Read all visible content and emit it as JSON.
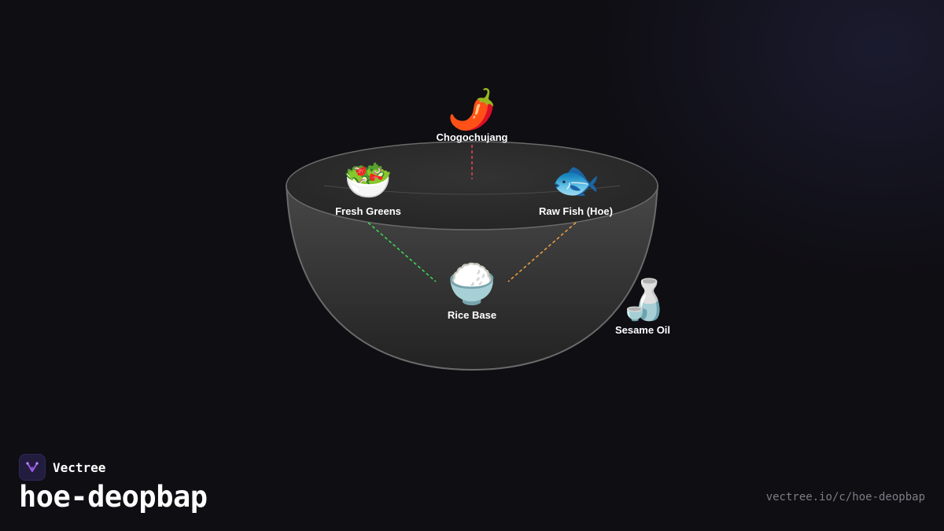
{
  "nodes": [
    {
      "id": "chogochujang",
      "label": "Chogochujang",
      "icon": "🌶️",
      "icon_name": "hot-pepper-icon"
    },
    {
      "id": "fresh-greens",
      "label": "Fresh Greens",
      "icon": "🥗",
      "icon_name": "green-salad-icon"
    },
    {
      "id": "raw-fish",
      "label": "Raw Fish (Hoe)",
      "icon": "🐟",
      "icon_name": "fish-icon"
    },
    {
      "id": "rice-base",
      "label": "Rice Base",
      "icon": "🍚",
      "icon_name": "cooked-rice-icon"
    },
    {
      "id": "sesame-oil",
      "label": "Sesame Oil",
      "icon": "🍶",
      "icon_name": "sake-bottle-icon"
    }
  ],
  "edges": [
    {
      "from": "chogochujang",
      "to": "bowl-center",
      "color": "#e5484d"
    },
    {
      "from": "fresh-greens",
      "to": "rice-base",
      "color": "#3ddc57"
    },
    {
      "from": "raw-fish",
      "to": "rice-base",
      "color": "#f2a043"
    }
  ],
  "colors": {
    "background": "#0f0e13",
    "bowl_rim": "#2a2a2a",
    "bowl_outline": "#6a6a6a",
    "brand_logo": "#221d3f",
    "brand_accent": "#9b5de5"
  },
  "brand": {
    "name": "Vectree",
    "logo_icon": "vectree-logo-icon"
  },
  "title": "hoe-deopbap",
  "url": "vectree.io/c/hoe-deopbap"
}
